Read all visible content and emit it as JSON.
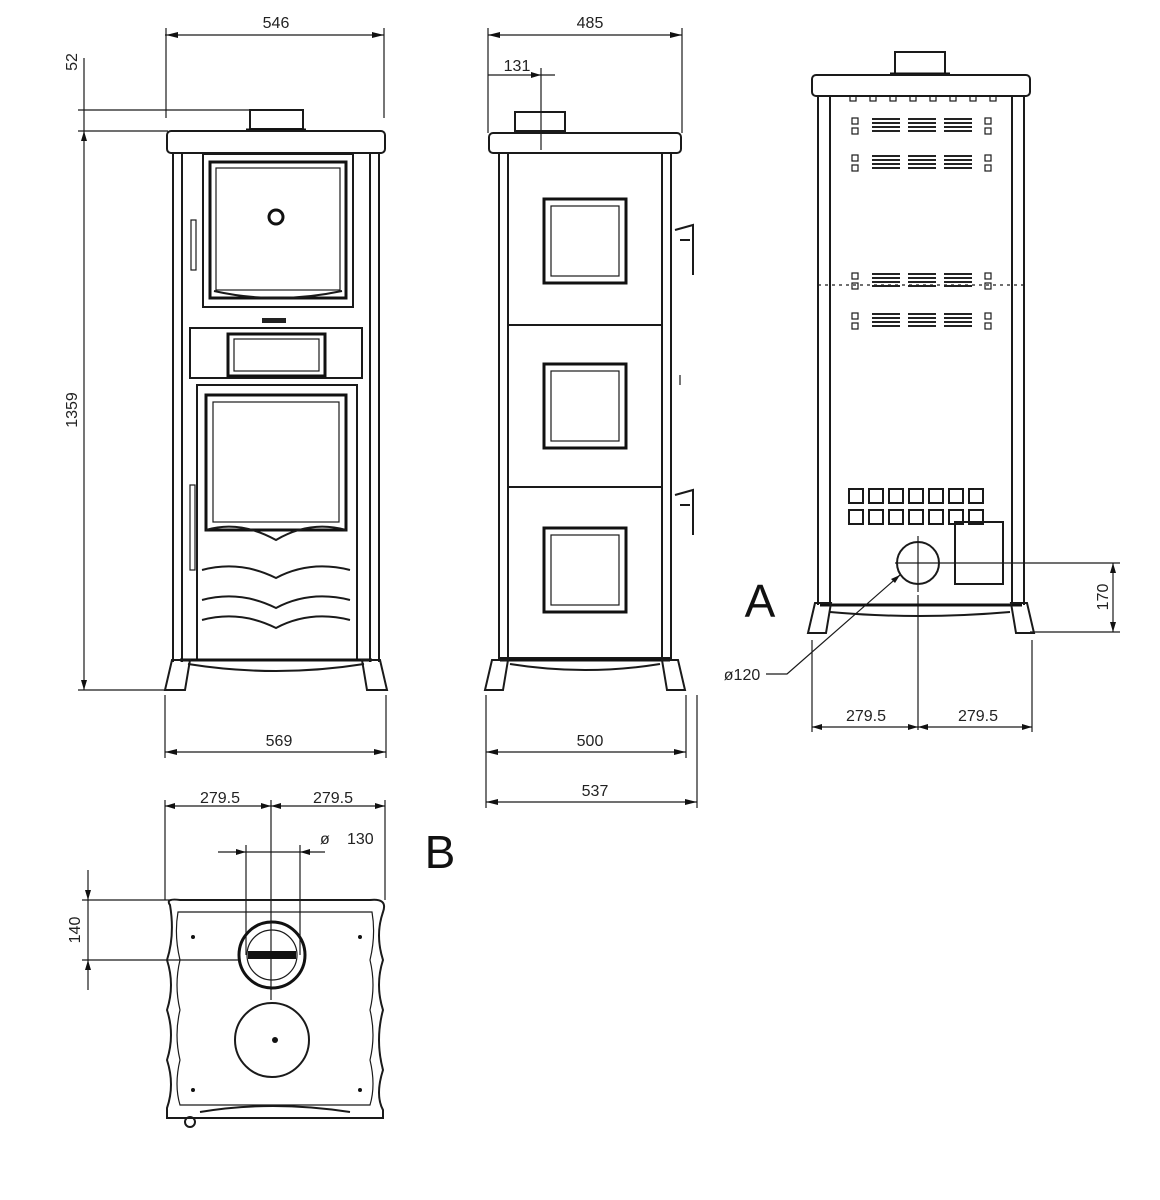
{
  "drawing": {
    "front_view": {
      "width_top": "546",
      "flue_height": "52",
      "total_height": "1359",
      "width_base": "569"
    },
    "side_view": {
      "depth_top": "485",
      "flue_offset": "131",
      "depth_base": "500",
      "depth_total": "537"
    },
    "rear_view": {
      "label": "A",
      "outlet_diameter": "ø120",
      "outlet_height": "170",
      "half_width_left": "279.5",
      "half_width_right": "279.5"
    },
    "top_view": {
      "label": "B",
      "half_width_left": "279.5",
      "half_width_right": "279.5",
      "flue_diameter_symbol": "ø",
      "flue_diameter": "130",
      "flue_offset": "140"
    }
  }
}
